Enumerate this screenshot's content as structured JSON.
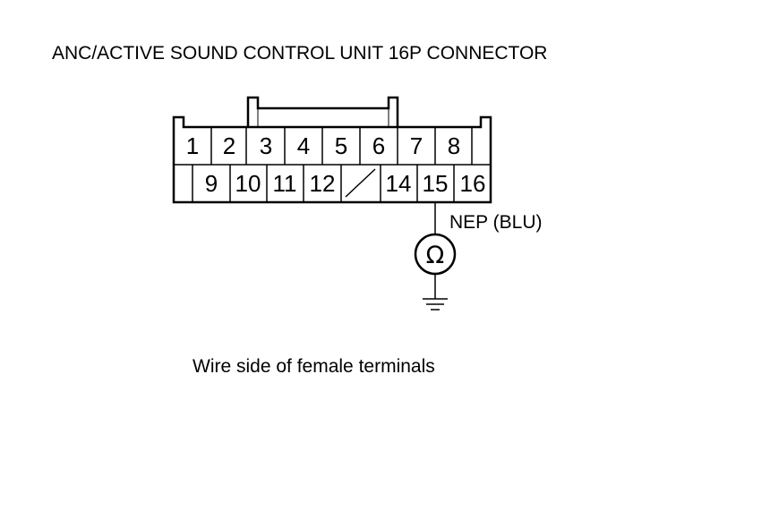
{
  "title": "ANC/ACTIVE SOUND CONTROL UNIT 16P CONNECTOR",
  "connector": {
    "top_row": [
      "1",
      "2",
      "3",
      "4",
      "5",
      "6",
      "7",
      "8"
    ],
    "bottom_row": [
      "9",
      "10",
      "11",
      "12",
      "14",
      "15",
      "16"
    ]
  },
  "probe": {
    "terminal": "15",
    "wire_label": "NEP (BLU)",
    "meter_symbol": "Ω",
    "meter_icon": "ohmmeter-icon",
    "ground_icon": "ground-icon"
  },
  "caption": "Wire side of female terminals"
}
